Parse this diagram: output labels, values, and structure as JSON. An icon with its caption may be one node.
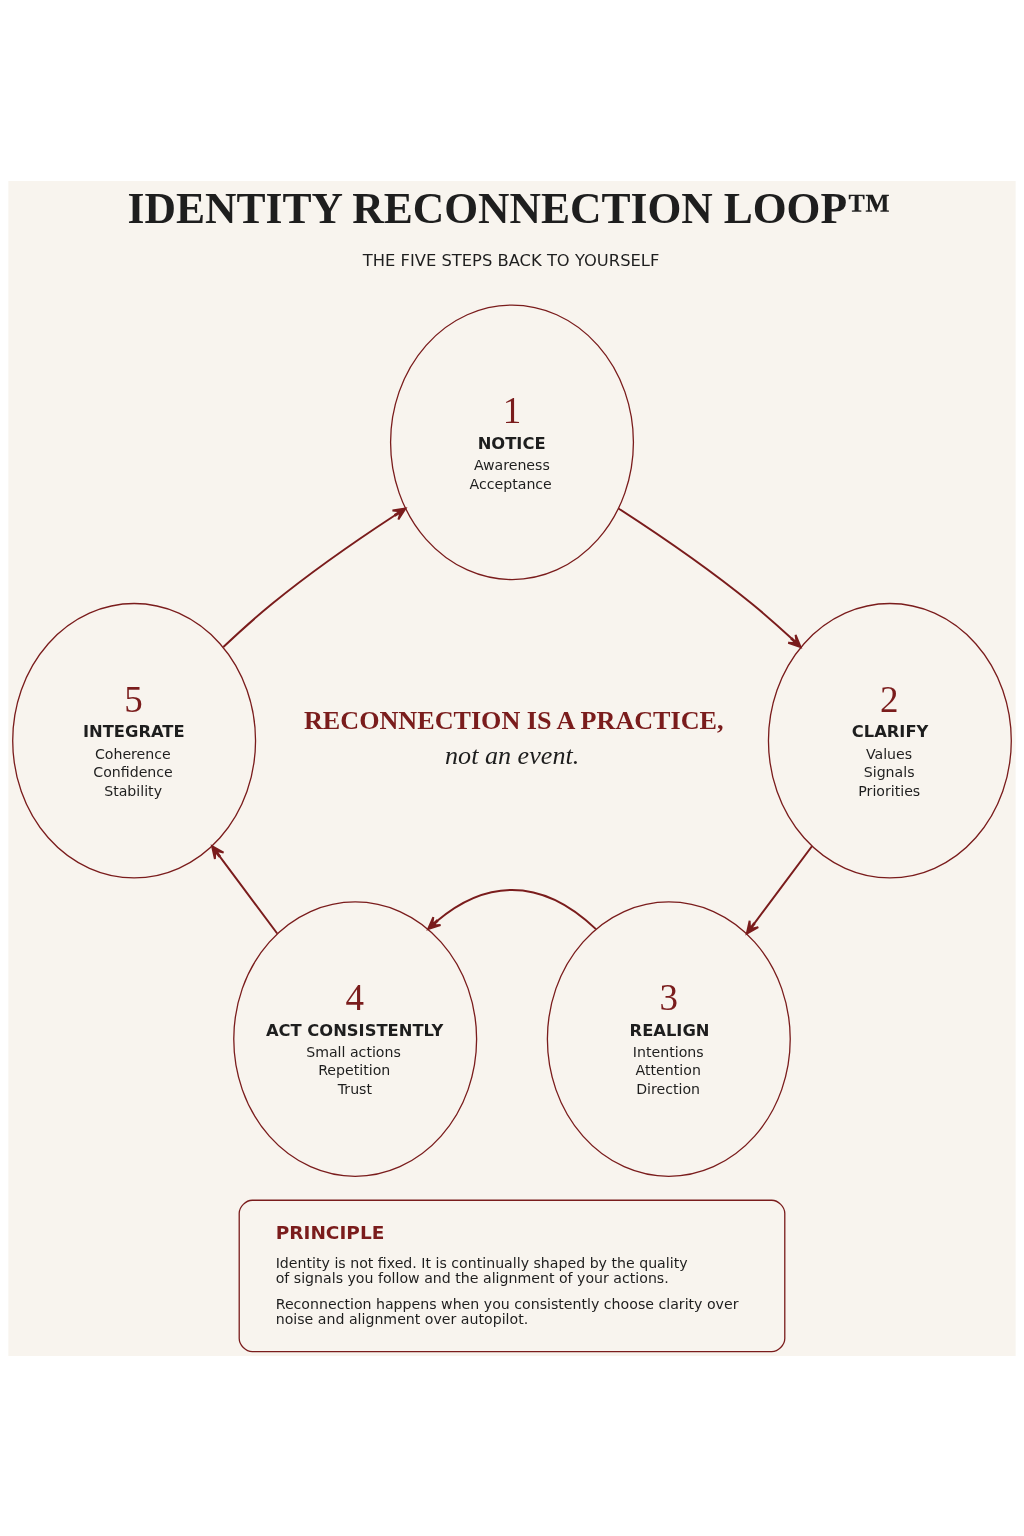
{
  "diagram": {
    "title": "IDENTITY RECONNECTION LOOP™",
    "nodes": [
      {
        "text": [
          "1",
          "NOTICE",
          "Awareness",
          "Acceptance"
        ]
      },
      {
        "text": [
          "2",
          "CLARIFY",
          "Values",
          "Signals",
          "Priorities"
        ]
      },
      {
        "text": [
          "3",
          "REALIGN",
          "Intentions",
          "Attention",
          "Direction"
        ]
      },
      {
        "text": [
          "4",
          "ACT CONSISTENTLY",
          "Small actions",
          "Repetition",
          "Trust"
        ]
      },
      {
        "text": [
          "5",
          "INTEGRATE",
          "Coherence",
          "Confidence",
          "Stability"
        ]
      },
      {
        "text": [
          "PRINCIPLE",
          "Identity is not fixed. It is continually shaped by the quality of signals you follow and the alignment of your actions.",
          "Reconnection happens when you consistently choose clarity over noise and alignment over autopilot."
        ]
      }
    ],
    "edges": [
      {
        "from": 0,
        "to": 1,
        "arrow": "to"
      },
      {
        "from": 1,
        "to": 2,
        "arrow": "to"
      },
      {
        "from": 2,
        "to": 3,
        "arrow": "to"
      },
      {
        "from": 3,
        "to": 4,
        "arrow": "to"
      },
      {
        "from": 4,
        "to": 0,
        "arrow": "to"
      }
    ],
    "labels": [
      "THE FIVE STEPS BACK TO YOURSELF",
      "RECONNECTION IS A PRACTICE,",
      "not an event."
    ]
  }
}
